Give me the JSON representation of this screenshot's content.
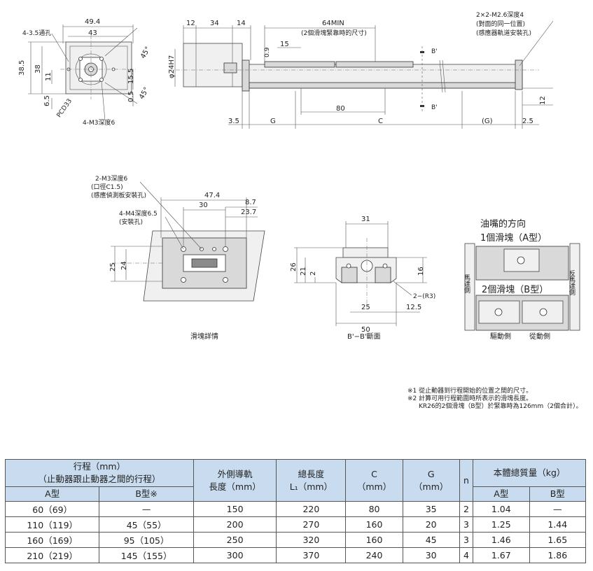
{
  "front_view": {
    "dims": {
      "w_outer": "49.4",
      "w_inner": "43",
      "h_outer": "38.5",
      "h_inner": "38",
      "h_11": "11",
      "h_6_5": "6.5",
      "h_15_5": "15.5",
      "h_0_5": "0.5"
    },
    "angle_top": "45°",
    "angle_bottom": "45°",
    "label_through_hole": "4-3.5通孔",
    "label_pcd": "PCD33",
    "label_tap": "4-M3深度6"
  },
  "side_view": {
    "dims": {
      "d12": "12",
      "d34": "34",
      "d14": "14",
      "d64min": "64MIN",
      "d15": "15",
      "d0_9": "0.9",
      "d80": "80",
      "d3_5": "3.5",
      "dG": "G",
      "dC": "C",
      "dGp": "(G)",
      "d2_5": "2.5",
      "d12b": "12",
      "shaft": "φ24H7"
    },
    "note_64min": "(2個滑塊緊靠時的尺寸)",
    "note_top_right_1": "2×2-M2.6深度4",
    "note_top_right_2": "(對面的同一位置)",
    "note_top_right_3": "(感應器軌道安裝孔)",
    "section_mark_top": "B'",
    "section_mark_bottom": "B'"
  },
  "block_detail": {
    "label_m3_1": "2-M3深度6",
    "label_m3_2": "(口徑C1.5)",
    "label_m3_3": "(感應偵測板安裝孔)",
    "label_m4_1": "4-M4深度6.5",
    "label_m4_2": "(安裝孔)",
    "dims": {
      "d47_4": "47.4",
      "d30": "30",
      "d8_7": "8.7",
      "d23_7": "23.7",
      "d25": "25",
      "d24": "24"
    },
    "caption": "滑塊詳情"
  },
  "section_view": {
    "dims": {
      "d31": "31",
      "d26": "26",
      "d21": "21",
      "d2": "2",
      "d16": "16",
      "d25": "25",
      "d12_5": "12.5",
      "d50": "50"
    },
    "label_r3": "2−(R3)",
    "caption": "B'−B'斷面"
  },
  "oil_direction": {
    "title": "油嘴的方向",
    "type_a": "1個滑塊（A型）",
    "type_b": "2個滑塊（B型）",
    "motor_side": "馬達側",
    "anti_motor_side": "反馬達側",
    "drive_side": "驅動側",
    "driven_side": "從動側"
  },
  "notes": [
    "※1 從止動器到行程開始的位置之間的尺寸。",
    "※2 計算可用行程範圍時所表示的滑塊長度。",
    "KR26的2個滑塊（B型）於緊靠時為126mm（2個合計）。"
  ],
  "table": {
    "head_stroke_1": "行程（mm）",
    "head_stroke_2": "（止動器跟止動器之間的行程）",
    "head_a": "A型",
    "head_b": "B型※",
    "head_rail_1": "外側導軌",
    "head_rail_2": "長度（mm）",
    "head_total_1": "總長度",
    "head_total_2": "L₁（mm）",
    "head_c_1": "C",
    "head_c_2": "（mm）",
    "head_g_1": "G",
    "head_g_2": "（mm）",
    "head_n": "n",
    "head_mass": "本體總質量（kg）",
    "head_mass_a": "A型",
    "head_mass_b": "B型",
    "rows": [
      [
        "60（69）",
        "—",
        "150",
        "220",
        "80",
        "35",
        "2",
        "1.04",
        "—"
      ],
      [
        "110（119）",
        "45（55）",
        "200",
        "270",
        "160",
        "20",
        "3",
        "1.25",
        "1.44"
      ],
      [
        "160（169）",
        "95（105）",
        "250",
        "320",
        "160",
        "45",
        "3",
        "1.46",
        "1.65"
      ],
      [
        "210（219）",
        "145（155）",
        "300",
        "370",
        "240",
        "30",
        "4",
        "1.67",
        "1.86"
      ]
    ]
  }
}
